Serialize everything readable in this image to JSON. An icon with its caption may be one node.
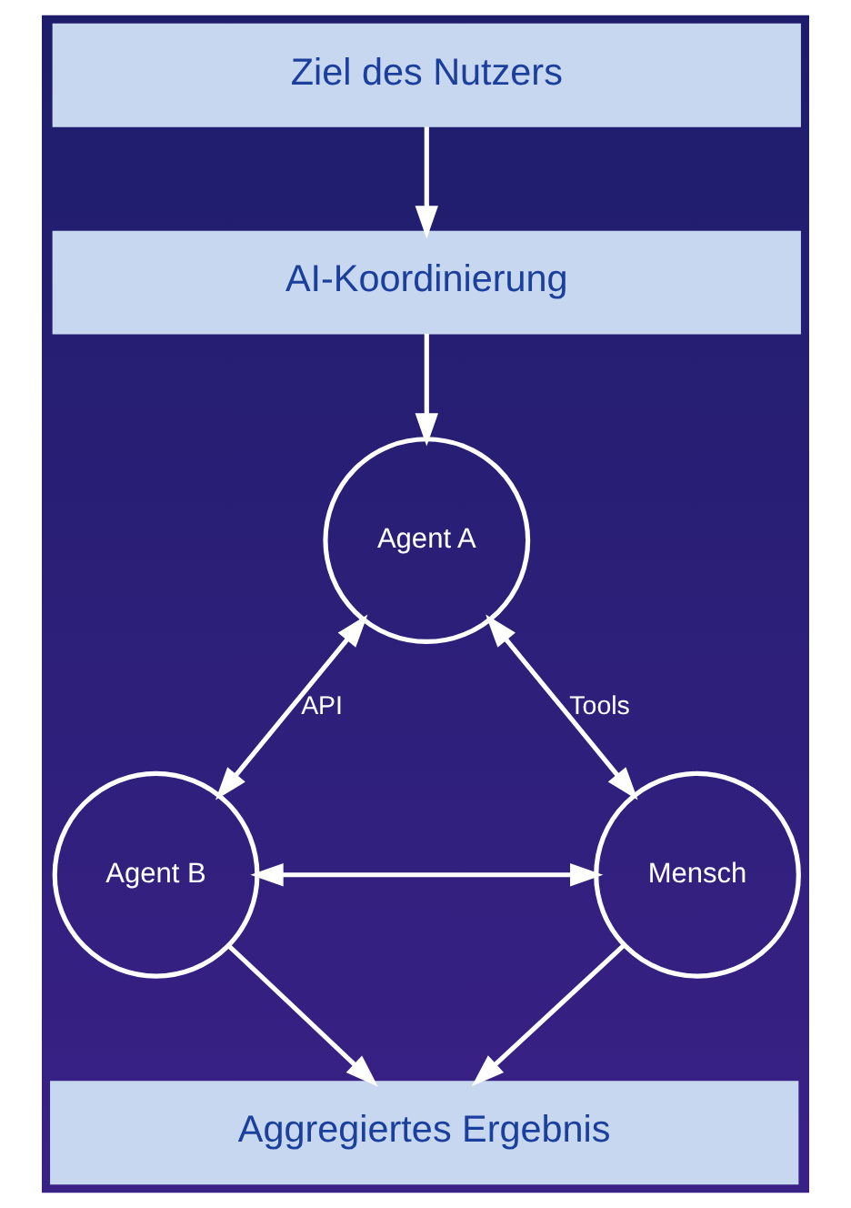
{
  "diagram": {
    "nodes": [
      {
        "text": [
          "Ziel des Nutzers"
        ]
      },
      {
        "text": [
          "AI-Koordinierung"
        ]
      },
      {
        "text": [
          "Agent A"
        ]
      },
      {
        "text": [
          "Agent B"
        ]
      },
      {
        "text": [
          "Mensch"
        ]
      },
      {
        "text": [
          "Aggregiertes Ergebnis"
        ]
      }
    ],
    "edges": [
      {
        "from": 0,
        "to": 1,
        "arrow": "to"
      },
      {
        "from": 1,
        "to": 2,
        "arrow": "to"
      },
      {
        "from": 2,
        "to": 3,
        "arrow": "both",
        "label": "API"
      },
      {
        "from": 2,
        "to": 4,
        "arrow": "both",
        "label": "Tools"
      },
      {
        "from": 3,
        "to": 4,
        "arrow": "both"
      },
      {
        "from": 3,
        "to": 5,
        "arrow": "to"
      },
      {
        "from": 4,
        "to": 5,
        "arrow": "to"
      }
    ]
  }
}
